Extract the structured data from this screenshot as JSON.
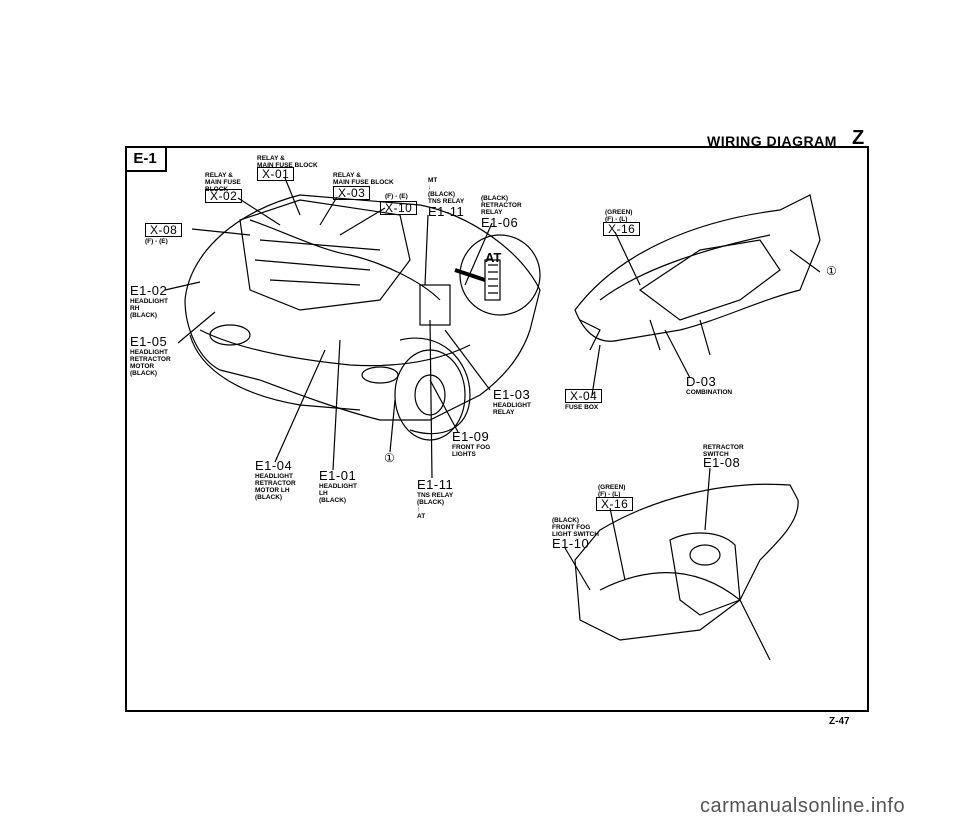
{
  "header": {
    "title": "WIRING DIAGRAM",
    "letter": "Z"
  },
  "section": "E-1",
  "page_number": "Z-47",
  "watermark": "carmanualsonline.info",
  "engine": {
    "relay_block_top": {
      "label": "RELAY &\nMAIN FUSE BLOCK",
      "code": "X-01"
    },
    "relay_block_left": {
      "label": "RELAY &\nMAIN FUSE\nBLOCK",
      "code": "X-02"
    },
    "relay_block_mid": {
      "label": "RELAY &\nMAIN FUSE BLOCK",
      "code": "X-03"
    },
    "x10": {
      "sub": "(F) - (E)",
      "code": "X-10"
    },
    "x08": {
      "code": "X-08",
      "sub": "(F) - (E)"
    },
    "tns_mt": {
      "label": "MT\n↓\n(BLACK)\nTNS RELAY",
      "code": "E1-11"
    },
    "retractor_relay": {
      "label": "(BLACK)\nRETRACTOR\nRELAY",
      "code": "E1-06"
    },
    "at_inset": "AT",
    "headlight_rh": {
      "code": "E1-02",
      "label": "HEADLIGHT\nRH\n(BLACK)"
    },
    "retractor_motor": {
      "code": "E1-05",
      "label": "HEADLIGHT\nRETRACTOR\nMOTOR\n(BLACK)"
    },
    "headlight_relay": {
      "code": "E1-03",
      "label": "HEADLIGHT\nRELAY"
    },
    "front_fog": {
      "code": "E1-09",
      "label": "FRONT FOG\nLIGHTS"
    },
    "retractor_lh": {
      "code": "E1-04",
      "label": "HEADLIGHT\nRETRACTOR\nMOTOR LH\n(BLACK)"
    },
    "headlight_lh": {
      "code": "E1-01",
      "label": "HEADLIGHT\nLH\n(BLACK)"
    },
    "tns_at": {
      "code": "E1-11",
      "label": "TNS RELAY\n(BLACK)\n↑\nAT"
    },
    "circle_ref": "①"
  },
  "dash": {
    "x16_top": {
      "label": "(GREEN)\n(F) - (L)",
      "code": "X-16"
    },
    "circle_ref": "①",
    "fuse_box": {
      "code": "X-04",
      "label": "FUSE BOX"
    },
    "combination": {
      "code": "D-03",
      "label": "COMBINATION"
    }
  },
  "console": {
    "retractor_switch": {
      "label": "RETRACTOR\nSWITCH",
      "code": "E1-08"
    },
    "x16_bottom": {
      "label": "(GREEN)\n(F) - (L)",
      "code": "X-16"
    },
    "fog_switch": {
      "label": "(BLACK)\nFRONT FOG\nLIGHT SWITCH",
      "code": "E1-10"
    }
  }
}
